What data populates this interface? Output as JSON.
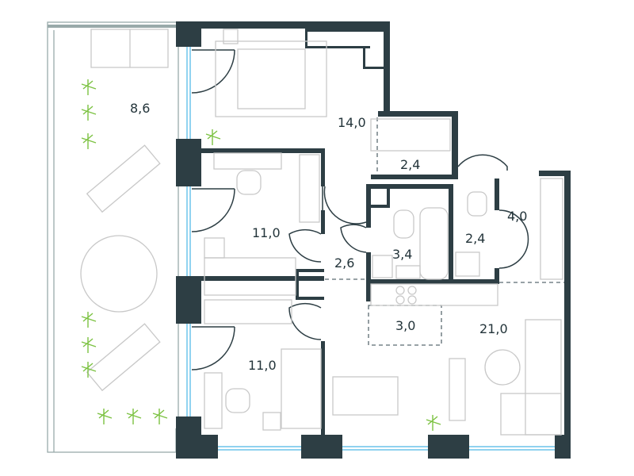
{
  "plan": {
    "colors": {
      "wall": "#2d3e44",
      "glass": "#6cc4ea",
      "plant": "#7cc242",
      "furniture": "#c8c8c8"
    },
    "rooms": [
      {
        "id": "balcony",
        "area": "8,6"
      },
      {
        "id": "master-bedroom",
        "area": "14,0"
      },
      {
        "id": "storage",
        "area": "2,4"
      },
      {
        "id": "wardrobe",
        "area": "4,0"
      },
      {
        "id": "bedroom-2",
        "area": "11,0"
      },
      {
        "id": "hall",
        "area": "2,6"
      },
      {
        "id": "bathroom",
        "area": "3,4"
      },
      {
        "id": "toilet",
        "area": "2,4"
      },
      {
        "id": "kitchen",
        "area": "3,0"
      },
      {
        "id": "living-room",
        "area": "21,0"
      },
      {
        "id": "bedroom-3",
        "area": "11,0"
      }
    ]
  }
}
